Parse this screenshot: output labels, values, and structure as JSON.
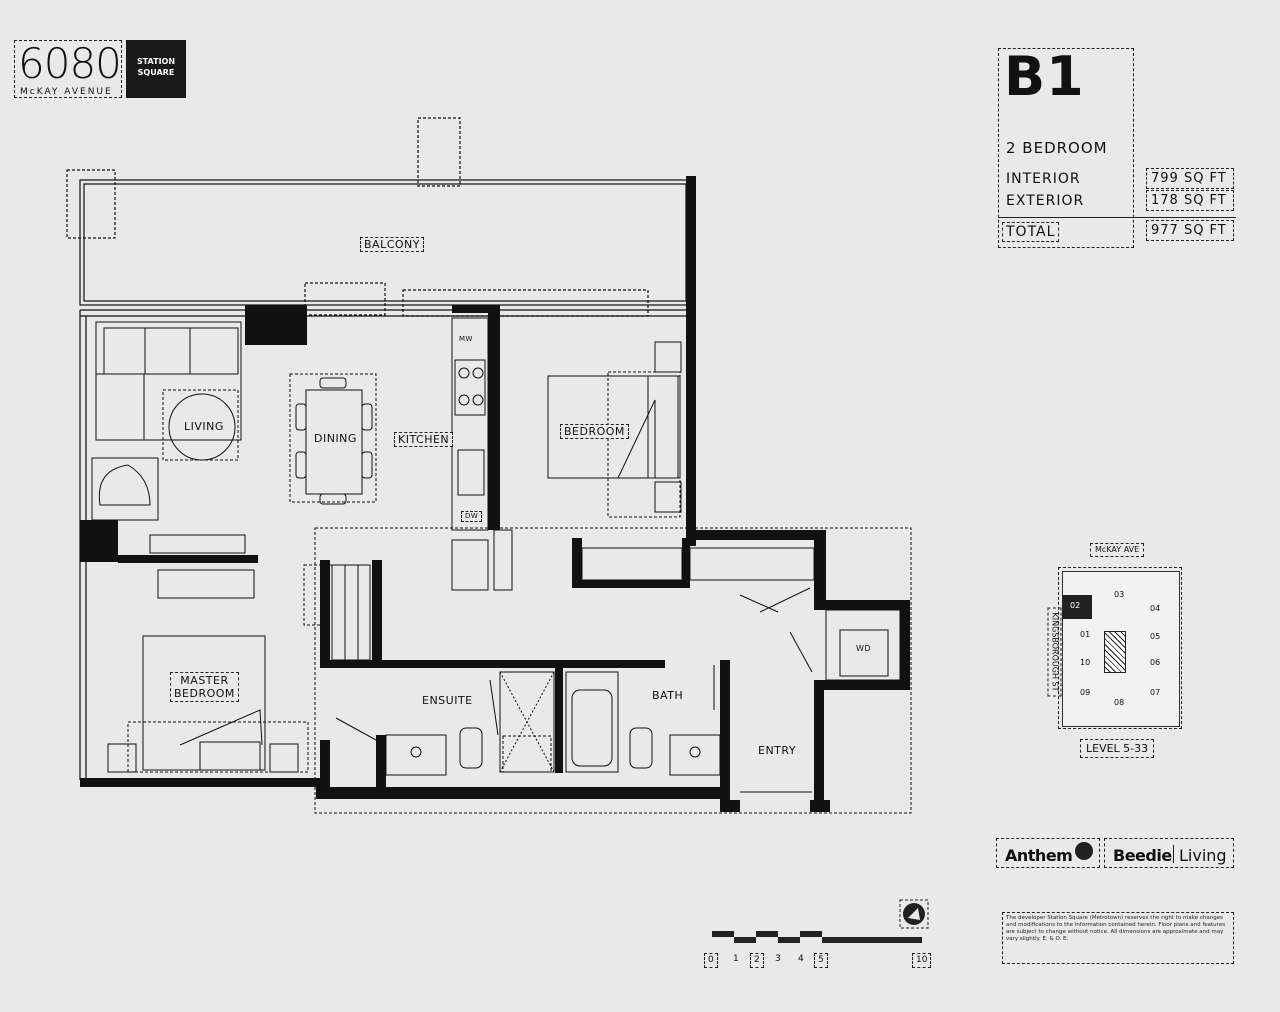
{
  "logo": {
    "number": "6080",
    "street": "McKAY AVENUE",
    "box_line1": "STATION",
    "box_line2": "SQUARE"
  },
  "unit": {
    "code": "B1",
    "type": "2 BEDROOM",
    "interior_label": "INTERIOR",
    "interior_value": "799 SQ FT",
    "exterior_label": "EXTERIOR",
    "exterior_value": "178 SQ FT",
    "total_label": "TOTAL",
    "total_value": "977 SQ FT"
  },
  "rooms": {
    "balcony": "BALCONY",
    "living": "LIVING",
    "dining": "DINING",
    "kitchen": "KITCHEN",
    "bedroom": "BEDROOM",
    "master_line1": "MASTER",
    "master_line2": "BEDROOM",
    "ensuite": "ENSUITE",
    "bath": "BATH",
    "entry": "ENTRY",
    "wd": "WD",
    "mw": "MW",
    "dw": "DW"
  },
  "keyplan": {
    "top_label": "McKAY AVE",
    "side_label": "KINGSBOROUGH ST",
    "level": "LEVEL 5-33",
    "units": [
      "02",
      "03",
      "04",
      "01",
      "05",
      "10",
      "06",
      "09",
      "07",
      "08"
    ]
  },
  "brands": {
    "anthem": "Anthem",
    "beedie": "Beedie",
    "living": "Living"
  },
  "scale": {
    "ticks": [
      "0",
      "1",
      "2",
      "3",
      "4",
      "5",
      "10"
    ]
  },
  "disclaimer": "The developer Station Square (Metrotown) reserves the right to make changes and modifications to the information contained herein. Floor plans and features are subject to change without notice. All dimensions are approximate and may vary slightly. E. & O. E."
}
